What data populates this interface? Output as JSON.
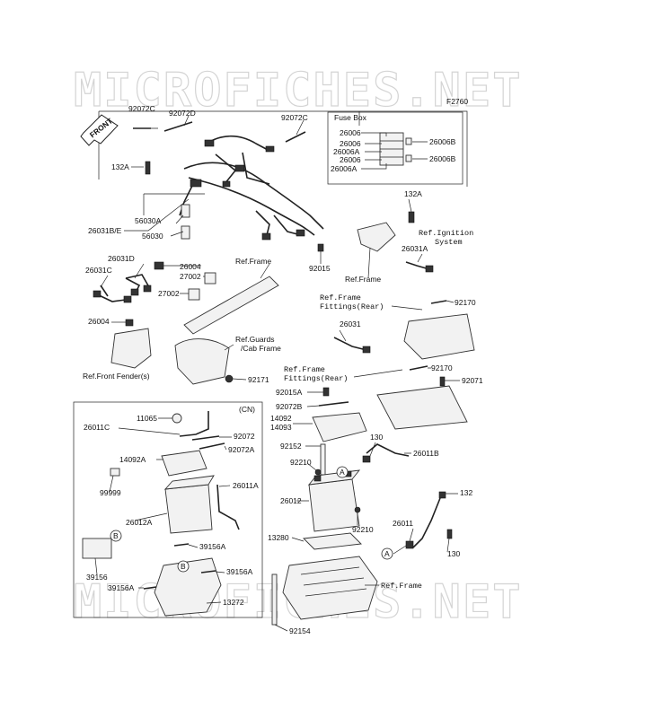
{
  "diagram": {
    "figure_code": "F2760",
    "watermark": "MICROFICHES.NET",
    "front_arrow": "FRONT",
    "fuse_box_title": "Fuse Box",
    "cn_box_title": "(CN)",
    "callouts": {
      "92072C_left": "92072C",
      "92072D": "92072D",
      "92072C_right": "92072C",
      "132A_top": "132A",
      "26031B_E": "26031B/E",
      "56030A": "56030A",
      "56030": "56030",
      "26004_mid": "26004",
      "26031D": "26031D",
      "26031C": "26031C",
      "26004_left": "26004",
      "27002_a": "27002",
      "27002_b": "27002",
      "ref_frame_top": "Ref.Frame",
      "ref_guards": "Ref.Guards",
      "cab_frame": "/Cab Frame",
      "ref_front_fender": "Ref.Front Fender(s)",
      "92171": "92171",
      "92015_mid": "92015",
      "ref_frame_ign": "Ref.Frame",
      "ref_ignition": "Ref.Ignition",
      "system": "System",
      "132A_right": "132A",
      "26031A": "26031A",
      "ref_frame_fit": "Ref.Frame",
      "fittings_rear_1": "Fittings(Rear)",
      "92170_top": "92170",
      "26031": "26031",
      "ref_frame_fit2": "Ref.Frame",
      "fittings_rear_2": "Fittings(Rear)",
      "92170_bot": "92170",
      "92071": "92071",
      "26006_a": "26006",
      "26006_b": "26006",
      "26006A_a": "26006A",
      "26006_c": "26006",
      "26006A_b": "26006A",
      "26006B_a": "26006B",
      "26006B_b": "26006B",
      "92015A": "92015A",
      "92072B": "92072B",
      "14092": "14092",
      "14093": "14093",
      "92152": "92152",
      "130_top": "130",
      "26011B": "26011B",
      "92210_a": "92210",
      "circle_A_1": "A",
      "26012": "26012",
      "92210_b": "92210",
      "132": "132",
      "26011": "26011",
      "130_bot": "130",
      "circle_A_2": "A",
      "13280": "13280",
      "ref_frame_bot": "Ref.Frame",
      "92154": "92154",
      "26011C": "26011C",
      "11065": "11065",
      "92072": "92072",
      "92072A": "92072A",
      "14092A": "14092A",
      "26011A": "26011A",
      "99999": "99999",
      "26012A": "26012A",
      "circle_B_1": "B",
      "39156A_a": "39156A",
      "39156": "39156",
      "circle_B_2": "B",
      "39156A_b": "39156A",
      "39156A_c": "39156A",
      "13272": "13272"
    }
  }
}
